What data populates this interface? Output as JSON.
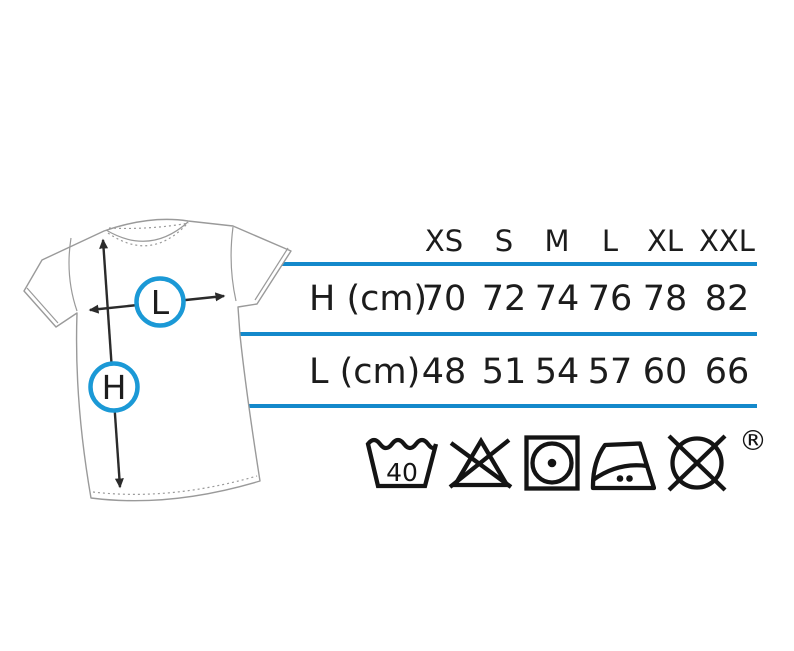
{
  "size_table": {
    "columns": [
      "XS",
      "S",
      "M",
      "L",
      "XL",
      "XXL"
    ],
    "rows": [
      {
        "label": "H (cm)",
        "values": [
          "70",
          "72",
          "74",
          "76",
          "78",
          "82"
        ]
      },
      {
        "label": "L (cm)",
        "values": [
          "48",
          "51",
          "54",
          "57",
          "60",
          "66"
        ]
      }
    ]
  },
  "shirt_diagram": {
    "width_label": "L",
    "height_label": "H"
  },
  "care_instructions": {
    "wash_temperature": "40",
    "registered_symbol": "®",
    "icons": [
      "machine-wash-40-icon",
      "do-not-bleach-icon",
      "tumble-dry-icon",
      "iron-icon",
      "do-not-dry-clean-icon"
    ]
  },
  "colors": {
    "table_line_blue": "#1489cb",
    "circle_blue": "#1b99d6",
    "ink": "#1c1c1c",
    "shirt_outline_gray": "#9a9a9a",
    "symbol_black": "#141414"
  }
}
